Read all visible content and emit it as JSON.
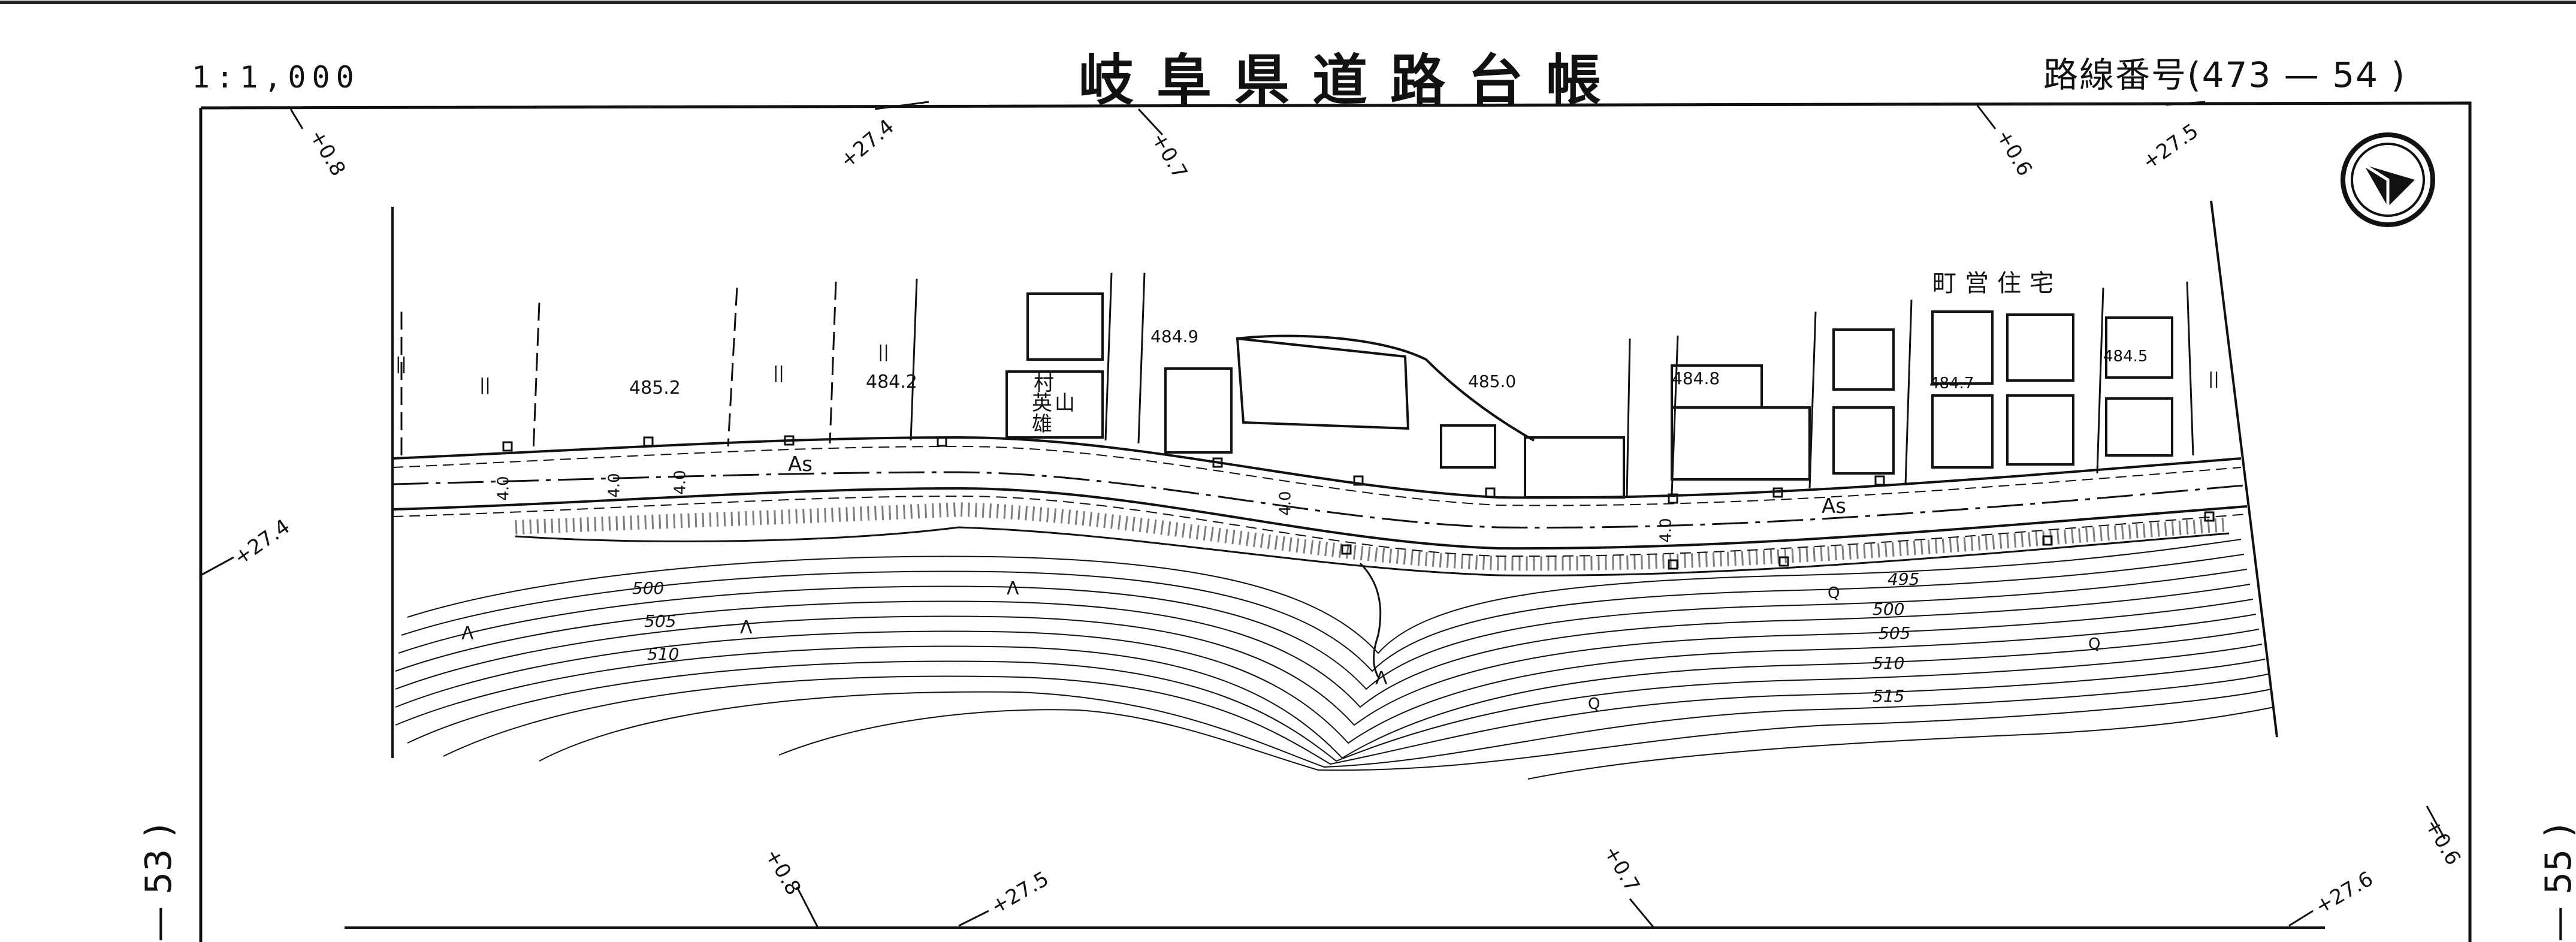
{
  "header": {
    "scale": "1:1,000",
    "title": "岐阜県道路台帳",
    "route_label": "路線番号(473 — 54 )"
  },
  "side_labels": {
    "left": "— 53 )",
    "right": "— 55 )"
  },
  "coordinate_ticks": {
    "top": [
      "+0.8",
      "+27.4",
      "+0.7",
      "+0.6",
      "+27.5"
    ],
    "left": [
      "+27.4"
    ],
    "bottom": [
      "+0.8",
      "+27.5",
      "+0.7",
      "+27.6",
      "+0.6"
    ]
  },
  "map_labels": {
    "elevations": [
      "485.2",
      "484.2",
      "484.9",
      "485.0",
      "484.8",
      "484.7",
      "484.5"
    ],
    "road_surface": [
      "As",
      "As"
    ],
    "widths": [
      "4.0",
      "4.0",
      "4.0",
      "4.0",
      "4.0"
    ],
    "contours": [
      "500",
      "505",
      "510",
      "495",
      "500",
      "505",
      "510",
      "515"
    ],
    "land_marks": [
      "||",
      "||",
      "||",
      "||",
      "||",
      "Λ",
      "Λ",
      "Λ",
      "Λ",
      "Q",
      "Q",
      "Q"
    ],
    "buildings": {
      "house_name": [
        "村",
        "山",
        "英",
        "雄"
      ],
      "public_housing": "町営住宅"
    }
  },
  "north_arrow": "north-arrow"
}
